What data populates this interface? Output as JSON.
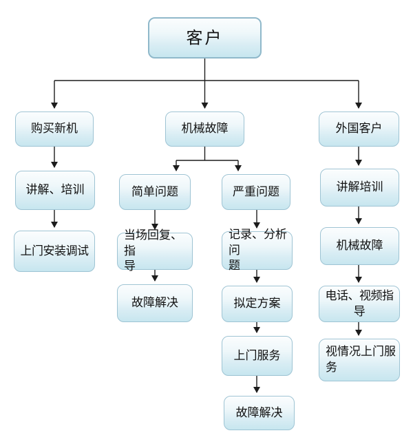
{
  "colors": {
    "background": "#ffffff",
    "box_fill_top": "#fbfdfe",
    "box_fill_bottom": "#c7e6ef",
    "box_border": "#9dc3d3",
    "root_box_border": "#8fb8ca",
    "connector": "#1c1c1c",
    "text": "#111111"
  },
  "diagram": {
    "type": "flowchart",
    "nodes": {
      "customer": {
        "label": "客户"
      },
      "buy_new_machine": {
        "label": "购买新机"
      },
      "explain_train": {
        "label": "讲解、培训"
      },
      "onsite_install_debug": {
        "label": "上门安装调试"
      },
      "mechanical_failure": {
        "label": "机械故障"
      },
      "simple_problem": {
        "label": "简单问题"
      },
      "onsite_reply_guide": {
        "label": "当场回复、指\n导"
      },
      "problem_solved_simple": {
        "label": "故障解决"
      },
      "serious_problem": {
        "label": "严重问题"
      },
      "record_analyze_problem": {
        "label": "记录、分析问\n题"
      },
      "draft_plan": {
        "label": "拟定方案"
      },
      "onsite_service": {
        "label": "上门服务"
      },
      "problem_solved_serious": {
        "label": "故障解决"
      },
      "foreign_customer": {
        "label": "外国客户"
      },
      "explain_training": {
        "label": "讲解培训"
      },
      "mechanical_failure_foreign": {
        "label": "机械故障"
      },
      "phone_video_guide": {
        "label": "电话、视频指导"
      },
      "onsite_service_as_needed": {
        "label": "视情况上门服\n务"
      }
    },
    "edges": [
      {
        "from": "customer",
        "to": "buy_new_machine"
      },
      {
        "from": "customer",
        "to": "mechanical_failure"
      },
      {
        "from": "customer",
        "to": "foreign_customer"
      },
      {
        "from": "buy_new_machine",
        "to": "explain_train"
      },
      {
        "from": "explain_train",
        "to": "onsite_install_debug"
      },
      {
        "from": "mechanical_failure",
        "to": "simple_problem"
      },
      {
        "from": "mechanical_failure",
        "to": "serious_problem"
      },
      {
        "from": "simple_problem",
        "to": "onsite_reply_guide"
      },
      {
        "from": "onsite_reply_guide",
        "to": "problem_solved_simple"
      },
      {
        "from": "serious_problem",
        "to": "record_analyze_problem"
      },
      {
        "from": "record_analyze_problem",
        "to": "draft_plan"
      },
      {
        "from": "draft_plan",
        "to": "onsite_service"
      },
      {
        "from": "onsite_service",
        "to": "problem_solved_serious"
      },
      {
        "from": "foreign_customer",
        "to": "explain_training"
      },
      {
        "from": "explain_training",
        "to": "mechanical_failure_foreign"
      },
      {
        "from": "mechanical_failure_foreign",
        "to": "phone_video_guide"
      },
      {
        "from": "phone_video_guide",
        "to": "onsite_service_as_needed"
      }
    ]
  }
}
